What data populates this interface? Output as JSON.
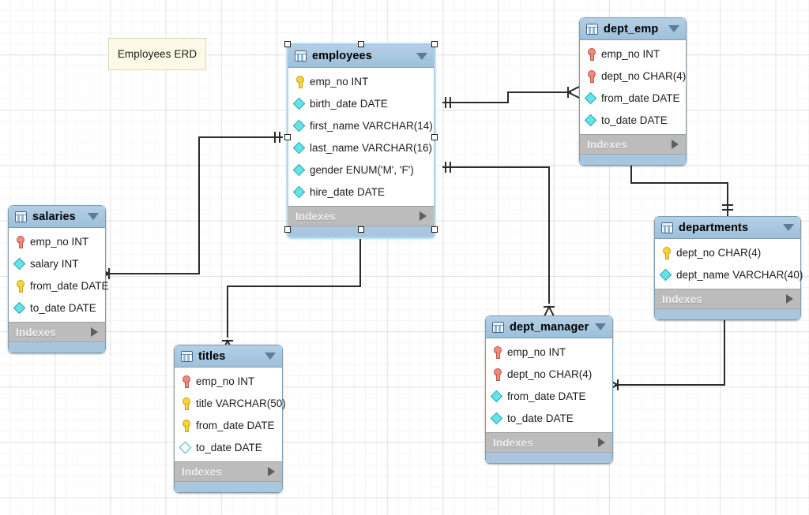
{
  "diagram": {
    "title": "Employees ERD",
    "note_label": "Employees ERD",
    "indexes_label": "Indexes",
    "colors": {
      "canvas": "#ffffff",
      "grid_minor": "#f0f0f0",
      "grid_major": "#e2e2e2",
      "table_header": "#a8c6de",
      "table_body": "#ffffff",
      "footer": "#bcbcbc",
      "selection": "#bfe2f7",
      "note_bg": "#fcfae6",
      "key_pk": "#f7d33e",
      "key_pkfk": "#f08a7e",
      "column_diamond": "#63e3e8",
      "column_diamond_null": "#ffffff",
      "connector": "#2b2b2b"
    }
  },
  "tables": [
    {
      "name": "employees",
      "selected": true,
      "icon": "table-icon",
      "expand_icon": "chevron-down-icon",
      "footer_label": "Indexes",
      "footer_icon": "chevron-right-icon",
      "columns": [
        {
          "icon": "key-yellow-icon",
          "label": "emp_no INT"
        },
        {
          "icon": "diamond-filled-icon",
          "label": "birth_date DATE"
        },
        {
          "icon": "diamond-filled-icon",
          "label": "first_name VARCHAR(14)"
        },
        {
          "icon": "diamond-filled-icon",
          "label": "last_name VARCHAR(16)"
        },
        {
          "icon": "diamond-filled-icon",
          "label": "gender ENUM('M', 'F')"
        },
        {
          "icon": "diamond-filled-icon",
          "label": "hire_date DATE"
        }
      ]
    },
    {
      "name": "dept_emp",
      "selected": false,
      "icon": "table-icon",
      "expand_icon": "chevron-down-icon",
      "footer_label": "Indexes",
      "footer_icon": "chevron-right-icon",
      "columns": [
        {
          "icon": "key-red-icon",
          "label": "emp_no INT"
        },
        {
          "icon": "key-red-icon",
          "label": "dept_no CHAR(4)"
        },
        {
          "icon": "diamond-filled-icon",
          "label": "from_date DATE"
        },
        {
          "icon": "diamond-filled-icon",
          "label": "to_date DATE"
        }
      ]
    },
    {
      "name": "salaries",
      "selected": false,
      "icon": "table-icon",
      "expand_icon": "chevron-down-icon",
      "footer_label": "Indexes",
      "footer_icon": "chevron-right-icon",
      "columns": [
        {
          "icon": "key-red-icon",
          "label": "emp_no INT"
        },
        {
          "icon": "diamond-filled-icon",
          "label": "salary INT"
        },
        {
          "icon": "key-yellow-icon",
          "label": "from_date DATE"
        },
        {
          "icon": "diamond-filled-icon",
          "label": "to_date DATE"
        }
      ]
    },
    {
      "name": "departments",
      "selected": false,
      "icon": "table-icon",
      "expand_icon": "chevron-down-icon",
      "footer_label": "Indexes",
      "footer_icon": "chevron-right-icon",
      "columns": [
        {
          "icon": "key-yellow-icon",
          "label": "dept_no CHAR(4)"
        },
        {
          "icon": "diamond-filled-icon",
          "label": "dept_name VARCHAR(40)"
        }
      ]
    },
    {
      "name": "titles",
      "selected": false,
      "icon": "table-icon",
      "expand_icon": "chevron-down-icon",
      "footer_label": "Indexes",
      "footer_icon": "chevron-right-icon",
      "columns": [
        {
          "icon": "key-red-icon",
          "label": "emp_no INT"
        },
        {
          "icon": "key-yellow-icon",
          "label": "title VARCHAR(50)"
        },
        {
          "icon": "key-yellow-icon",
          "label": "from_date DATE"
        },
        {
          "icon": "diamond-hollow-icon",
          "label": "to_date DATE"
        }
      ]
    },
    {
      "name": "dept_manager",
      "selected": false,
      "icon": "table-icon",
      "expand_icon": "chevron-down-icon",
      "footer_label": "Indexes",
      "footer_icon": "chevron-right-icon",
      "columns": [
        {
          "icon": "key-red-icon",
          "label": "emp_no INT"
        },
        {
          "icon": "key-red-icon",
          "label": "dept_no CHAR(4)"
        },
        {
          "icon": "diamond-filled-icon",
          "label": "from_date DATE"
        },
        {
          "icon": "diamond-filled-icon",
          "label": "to_date DATE"
        }
      ]
    }
  ],
  "relationships": [
    {
      "from": "employees",
      "to": "dept_emp",
      "from_card": "one",
      "to_card": "many"
    },
    {
      "from": "employees",
      "to": "salaries",
      "from_card": "one",
      "to_card": "many"
    },
    {
      "from": "employees",
      "to": "titles",
      "from_card": "one",
      "to_card": "many"
    },
    {
      "from": "employees",
      "to": "dept_manager",
      "from_card": "one",
      "to_card": "many"
    },
    {
      "from": "departments",
      "to": "dept_emp",
      "from_card": "one",
      "to_card": "many"
    },
    {
      "from": "departments",
      "to": "dept_manager",
      "from_card": "one",
      "to_card": "many"
    }
  ]
}
